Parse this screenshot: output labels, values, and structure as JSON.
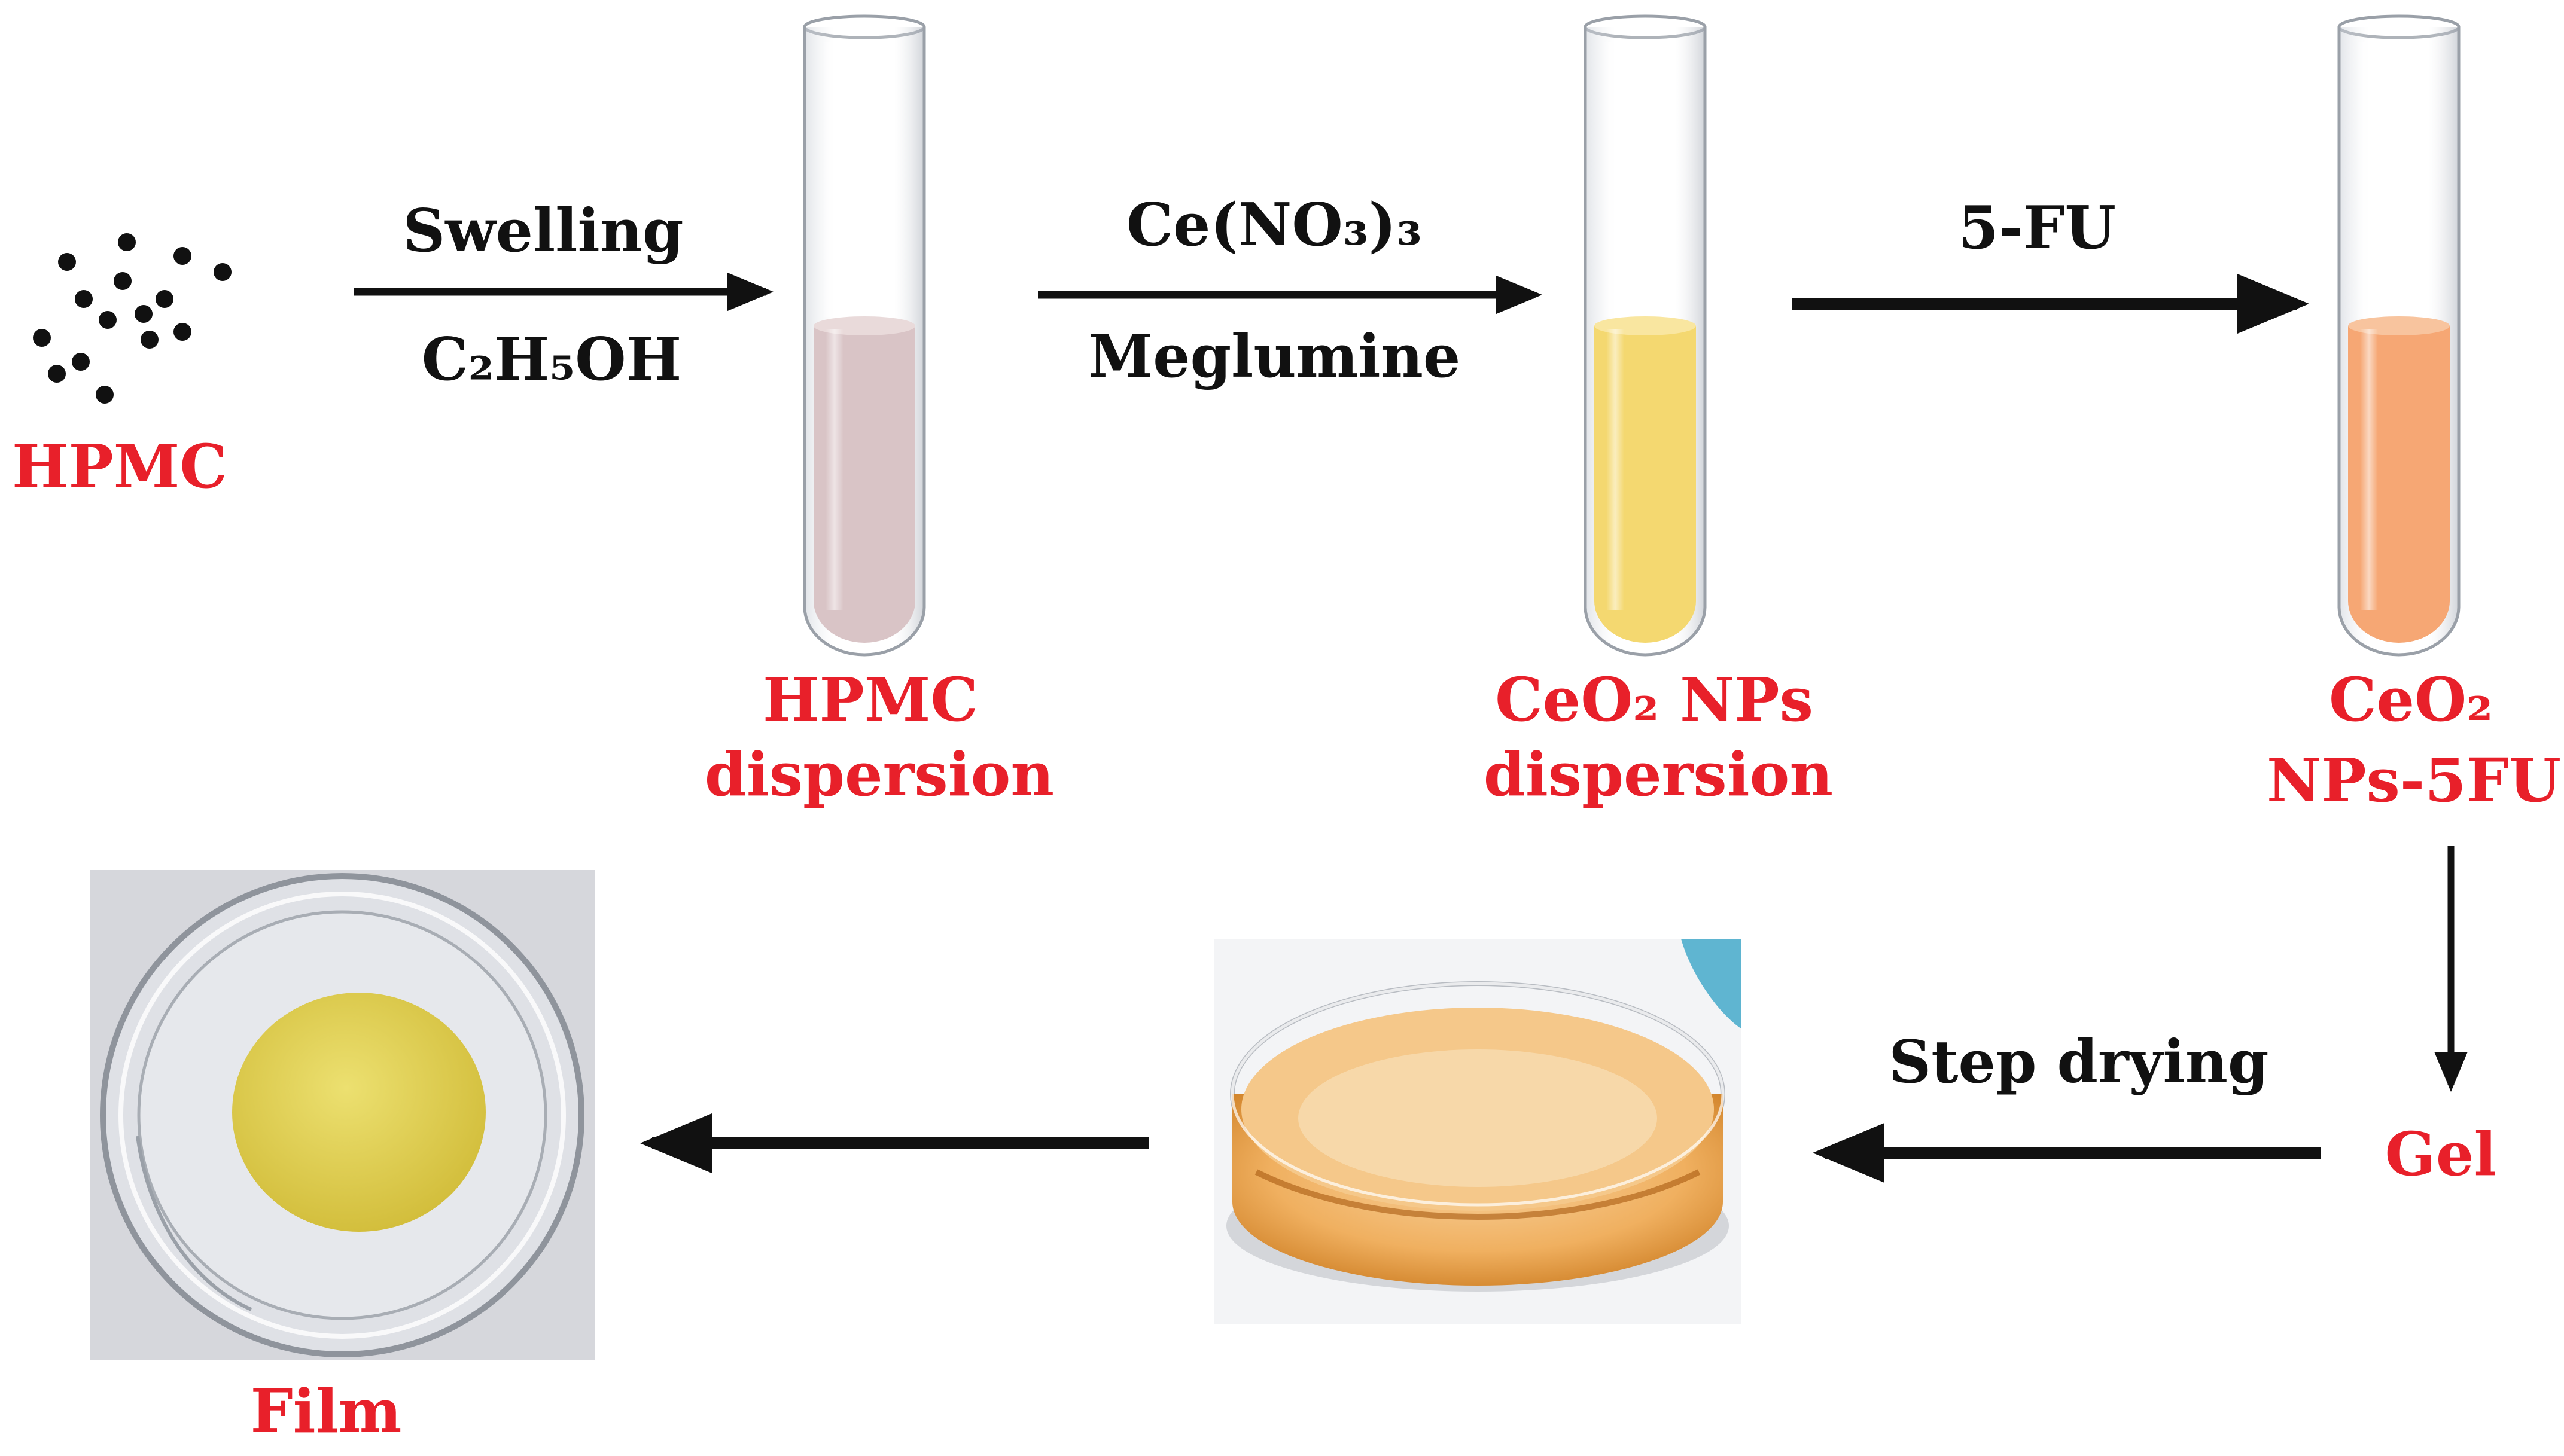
{
  "colors": {
    "label_red": "#e8202a",
    "arrow": "#111111",
    "hpmc_liquid": "#d9c4c6",
    "ceo2_liquid": "#f4d870",
    "ceo2_5fu_liquid": "#f6a774",
    "gel_liquid": "#f0a644",
    "film": "#e2cf4a"
  },
  "start": {
    "label": "HPMC",
    "icon": "particles-icon"
  },
  "steps": [
    {
      "above": "Swelling",
      "below": "C₂H₅OH"
    },
    {
      "above": "Ce(NO₃)₃",
      "below": "Meglumine"
    },
    {
      "above": "5-FU",
      "below": ""
    },
    {
      "above": "",
      "below": ""
    },
    {
      "above": "Step drying",
      "below": ""
    },
    {
      "above": "",
      "below": ""
    }
  ],
  "tubes": [
    {
      "label_line1": "HPMC",
      "label_line2": "dispersion",
      "icon": "test-tube-icon"
    },
    {
      "label_line1": "CeO₂ NPs",
      "label_line2": "dispersion",
      "icon": "test-tube-icon"
    },
    {
      "label_line1": "CeO₂",
      "label_line2": "NPs-5FU",
      "icon": "test-tube-icon"
    }
  ],
  "gel": {
    "label": "Gel",
    "icon": "petri-dish-liquid-icon"
  },
  "film": {
    "label": "Film",
    "icon": "petri-dish-film-icon"
  }
}
